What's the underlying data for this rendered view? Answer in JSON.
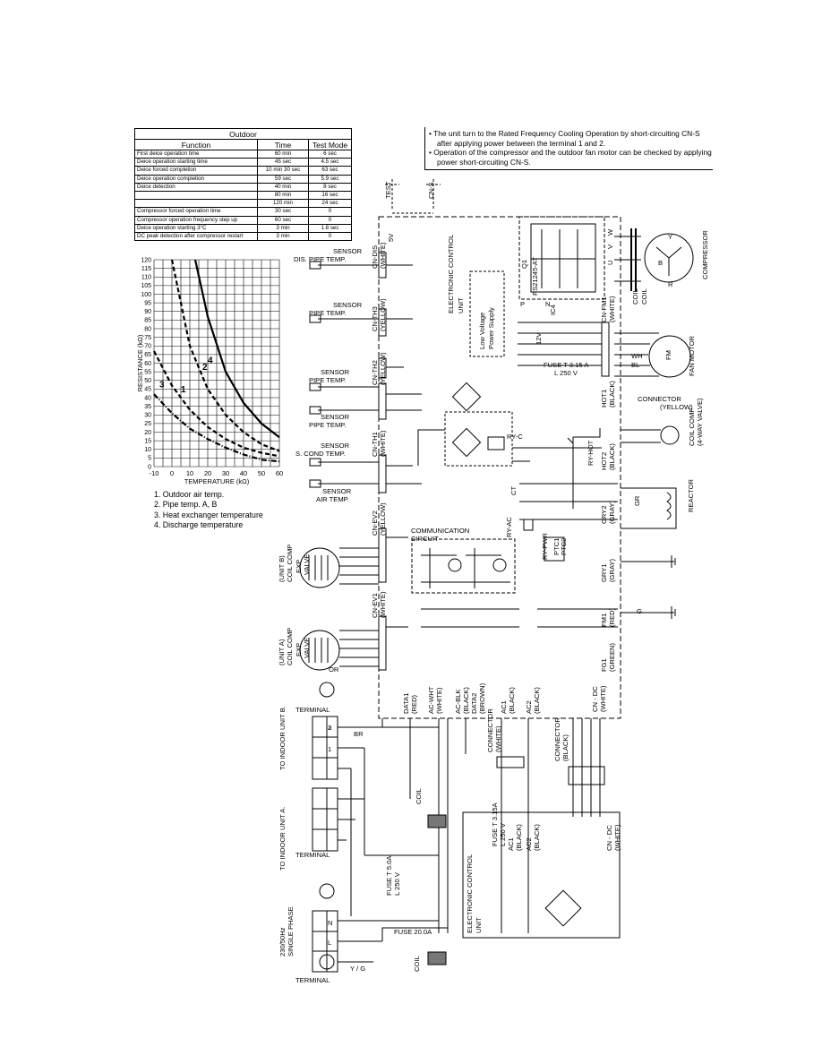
{
  "table": {
    "title": "Outdoor",
    "headers": [
      "Function",
      "Time",
      "Test Mode"
    ],
    "rows": [
      [
        "First deice operation time",
        "60 min",
        "6 sec"
      ],
      [
        "Deice operation starting time",
        "45 sec",
        "4.5 sec"
      ],
      [
        "Deice forced completion",
        "10 min 30 sec",
        "63 sec"
      ],
      [
        "Deice operation completion",
        "59 sec",
        "5.9 sec"
      ],
      [
        "Deice detection",
        "40 min",
        "8 sec"
      ],
      [
        "",
        "80 min",
        "16 sec"
      ],
      [
        "",
        "120 min",
        "24 sec"
      ],
      [
        "Compressor forced operation time",
        "30 sec",
        "0"
      ],
      [
        "Compressor operation frequency step up",
        "60 sec",
        "0"
      ],
      [
        "Deice operation starting 3°C",
        "3 min",
        "1.8 sec"
      ],
      [
        "DC peak detection after compressor restart",
        "3 min",
        "0"
      ]
    ]
  },
  "notes": [
    "• The unit turn to the Rated Frequency Cooling Operation by short-circuiting CN-S after applying power between the terminal 1 and 2.",
    "• Operation of the compressor and the outdoor fan motor can be checked by applying power short-circuiting CN-S."
  ],
  "chart_data": {
    "type": "line",
    "ylabel": "RESISTANCE (kΩ)",
    "xlabel": "TEMPERATURE (kΩ)",
    "xlim": [
      -10,
      60
    ],
    "ylim": [
      0,
      120
    ],
    "x_ticks": [
      "-10",
      "0",
      "10",
      "20",
      "30",
      "40",
      "50",
      "60"
    ],
    "y_ticks": [
      "0",
      "5",
      "10",
      "15",
      "20",
      "25",
      "30",
      "35",
      "40",
      "45",
      "50",
      "55",
      "60",
      "65",
      "70",
      "75",
      "80",
      "85",
      "90",
      "95",
      "100",
      "105",
      "110",
      "115",
      "120"
    ],
    "grid": true,
    "series": [
      {
        "name": "1",
        "x": [
          -10,
          0,
          10,
          20,
          30,
          40,
          50,
          60
        ],
        "y": [
          67,
          47,
          33,
          23,
          16,
          11,
          8,
          6
        ]
      },
      {
        "name": "2",
        "x": [
          0,
          10,
          20,
          30,
          40,
          50,
          60
        ],
        "y": [
          120,
          70,
          45,
          30,
          20,
          13,
          9
        ]
      },
      {
        "name": "3",
        "x": [
          -10,
          0,
          10,
          20,
          30,
          40,
          50,
          60
        ],
        "y": [
          42,
          31,
          22,
          16,
          11,
          7,
          4,
          3
        ]
      },
      {
        "name": "4",
        "x": [
          13,
          20,
          30,
          40,
          50,
          60
        ],
        "y": [
          120,
          87,
          55,
          37,
          25,
          17
        ]
      }
    ]
  },
  "legend_items": [
    "1. Outdoor air temp.",
    "2. Pipe temp. A, B",
    "3. Heat exchanger temperature",
    "4. Discharge temperature"
  ],
  "schematic": {
    "labels": {
      "test": "TEST",
      "cns": "CN-S",
      "sensor_dis": "SENSOR",
      "dis_pipe": "DIS. PIPE TEMP.",
      "sensor_pipe": "SENSOR",
      "pipe_temp": "PIPE TEMP.",
      "sensor_pipe2": "SENSOR",
      "pipe_temp2": "PIPE TEMP.",
      "sensor_pipe3": "SENSOR",
      "pipe_temp3": "PIPE TEMP.",
      "sensor_cond": "SENSOR",
      "s_cond": "S. COND TEMP.",
      "sensor_air": "SENSOR",
      "air_temp": "AIR TEMP.",
      "comm": "COMMUNICATION",
      "circuit": "CIRCUIT",
      "compressor": "COMPRESSOR",
      "coil": "COIL",
      "coil2": "COIL",
      "fan_motor": "FAN MOTOR",
      "fm": "FM",
      "connector": "CONNECTOR",
      "connector_color": "(YELLOW)",
      "coil_4way": "COIL COMP",
      "coil_4way2": "(4-WAY VALVE)",
      "reactor": "REACTOR",
      "ecu1": "ELECTRONIC CONTROL",
      "ecu2": "UNIT",
      "lvps1": "Low Voltage",
      "lvps2": "Power Supply",
      "q1": "Q1",
      "ps": "PS21245-AT",
      "ic4": "IC4",
      "fuse1": "FUSE T 3.15 A",
      "fuse1b": "L 250 V",
      "fuse2": "FUSE T 5.0A",
      "fuse2b": "L 250 V",
      "fuse3": "FUSE 20.0A",
      "fuse4": "FUSE T 3.15A",
      "fuse4b": "L 250 V",
      "ecu_b1": "ELECTRONIC CONTROL",
      "ecu_b2": "UNIT",
      "unit_b": "(UNIT B)",
      "coil_comp_b": "COIL COMP",
      "exp_b": "EXP",
      "valve_b": "VALVE",
      "unit_a": "(UNIT A)",
      "coil_comp_a": "COIL COMP",
      "exp_a": "EXP",
      "valve_a": "VALVE",
      "to_b": "TO INDOOR UNIT B.",
      "to_a": "TO INDOOR UNIT A.",
      "terminal": "TERMINAL",
      "terminal2": "TERMINAL",
      "terminal3": "TERMINAL",
      "power1": "230/50Hz",
      "power2": "SINGLE PHASE",
      "yg": "Y / G",
      "coil_bot": "COIL",
      "coil_mid": "COIL",
      "ry_c": "RY-C",
      "ry_hot": "RY-HOT",
      "ry_ac": "RY-AC",
      "ry_pwr": "RY-PWR",
      "ptc1": "PTC1",
      "ptc2": "PTC2",
      "ct": "CT",
      "v5": "5V",
      "v12": "12V",
      "cn_dis": "CN-DIS",
      "cn_dis_c": "(WHITE)",
      "cn_th3": "CN-TH3",
      "cn_th3_c": "(YELLOW)",
      "cn_th2": "CN-TH2",
      "cn_th2_c": "(YELLOW)",
      "cn_th1": "CN-TH1",
      "cn_th1_c": "(WHITE)",
      "cn_ev2": "CN-EV2",
      "cn_ev2_c": "(YELLOW)",
      "cn_ev1": "CN-EV1",
      "cn_ev1_c": "(WHITE)",
      "cn_fm1": "CN-FM1",
      "cn_fm1_c": "(WHITE)",
      "hot1": "HOT1",
      "hot1_c": "(BLACK)",
      "hot2": "HOT2",
      "hot2_c": "(BLACK)",
      "gry2": "GRY2",
      "gry2_c": "(GRAY)",
      "gry1": "GRY1",
      "gry1_c": "(GRAY)",
      "fm1": "FM1",
      "fm1_c": "(RED)",
      "fg1": "FG1",
      "fg1_c": "(GREEN)",
      "cn_dc": "CN - DC",
      "cn_dc_c": "(WHITE)",
      "cn_dc2": "CN - DC",
      "cn_dc2_c": "(WHITE)",
      "data1": "DATA1",
      "data1_c": "(RED)",
      "acwht": "AC-WHT",
      "acwht_c": "(WHITE)",
      "acblk": "AC-BLK",
      "acblk_c": "(BLACK)",
      "data2": "DATA2",
      "data2_c": "(BROWN)",
      "ac1": "AC1",
      "ac1_c": "(BLACK)",
      "ac2": "AC2",
      "ac2_c": "(BLACK)",
      "ac1b": "AC1",
      "ac1b_c": "(BLACK)",
      "ac2b": "AC2",
      "ac2b_c": "(BLACK)",
      "conn_w": "CONNECTOR",
      "conn_w_c": "(WHITE)",
      "conn_b": "CONNECTOR",
      "conn_b_c": "(BLACK)",
      "P": "P",
      "N": "N",
      "U": "U",
      "V": "V",
      "W": "W",
      "B": "B",
      "R": "R",
      "Y": "Y",
      "wh": "WH",
      "bl": "BL",
      "gr": "GR",
      "br": "BR",
      "or": "OR",
      "L": "L",
      "Nt": "N",
      "G": "G",
      "t1": "1",
      "t2": "2",
      "t3": "3"
    }
  }
}
